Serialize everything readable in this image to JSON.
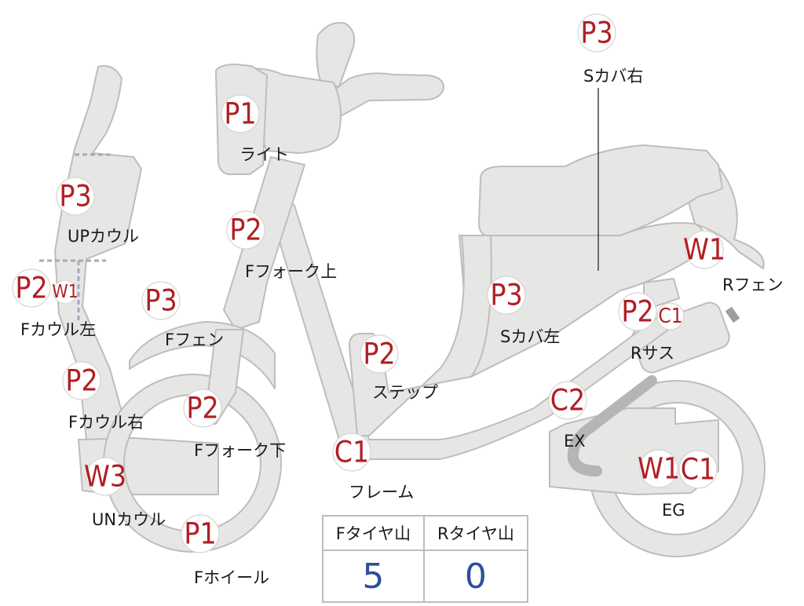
{
  "diagram": {
    "parts": [
      {
        "id": "light",
        "code": "P1",
        "label": "ライト"
      },
      {
        "id": "f-fork-upper",
        "code": "P2",
        "label": "Fフォーク上"
      },
      {
        "id": "up-cowl",
        "code": "P3",
        "label": "UPカウル"
      },
      {
        "id": "f-cowl-left",
        "code": "P2",
        "code2": "W1",
        "label": "Fカウル左"
      },
      {
        "id": "f-fender",
        "code": "P3",
        "label": "Fフェン"
      },
      {
        "id": "f-cowl-right",
        "code": "P2",
        "label": "Fカウル右"
      },
      {
        "id": "f-fork-lower",
        "code": "P2",
        "label": "Fフォーク下"
      },
      {
        "id": "un-cowl",
        "code": "W3",
        "label": "UNカウル"
      },
      {
        "id": "f-wheel",
        "code": "P1",
        "label": "Fホイール"
      },
      {
        "id": "step",
        "code": "P2",
        "label": "ステップ"
      },
      {
        "id": "frame",
        "code": "C1",
        "label": "フレーム"
      },
      {
        "id": "s-cover-left",
        "code": "P3",
        "label": "Sカバ左"
      },
      {
        "id": "s-cover-right",
        "code": "P3",
        "label": "Sカバ右"
      },
      {
        "id": "r-fender",
        "code": "W1",
        "label": "Rフェン"
      },
      {
        "id": "r-suspension",
        "code": "P2",
        "code2": "C1",
        "label": "Rサス"
      },
      {
        "id": "exhaust",
        "code": "C2",
        "label": "EX"
      },
      {
        "id": "engine",
        "code": "W1",
        "code2": "C1",
        "label": "EG"
      }
    ]
  },
  "tyre_table": {
    "headers": [
      "Fタイヤ山",
      "Rタイヤ山"
    ],
    "values": [
      "5",
      "0"
    ]
  }
}
